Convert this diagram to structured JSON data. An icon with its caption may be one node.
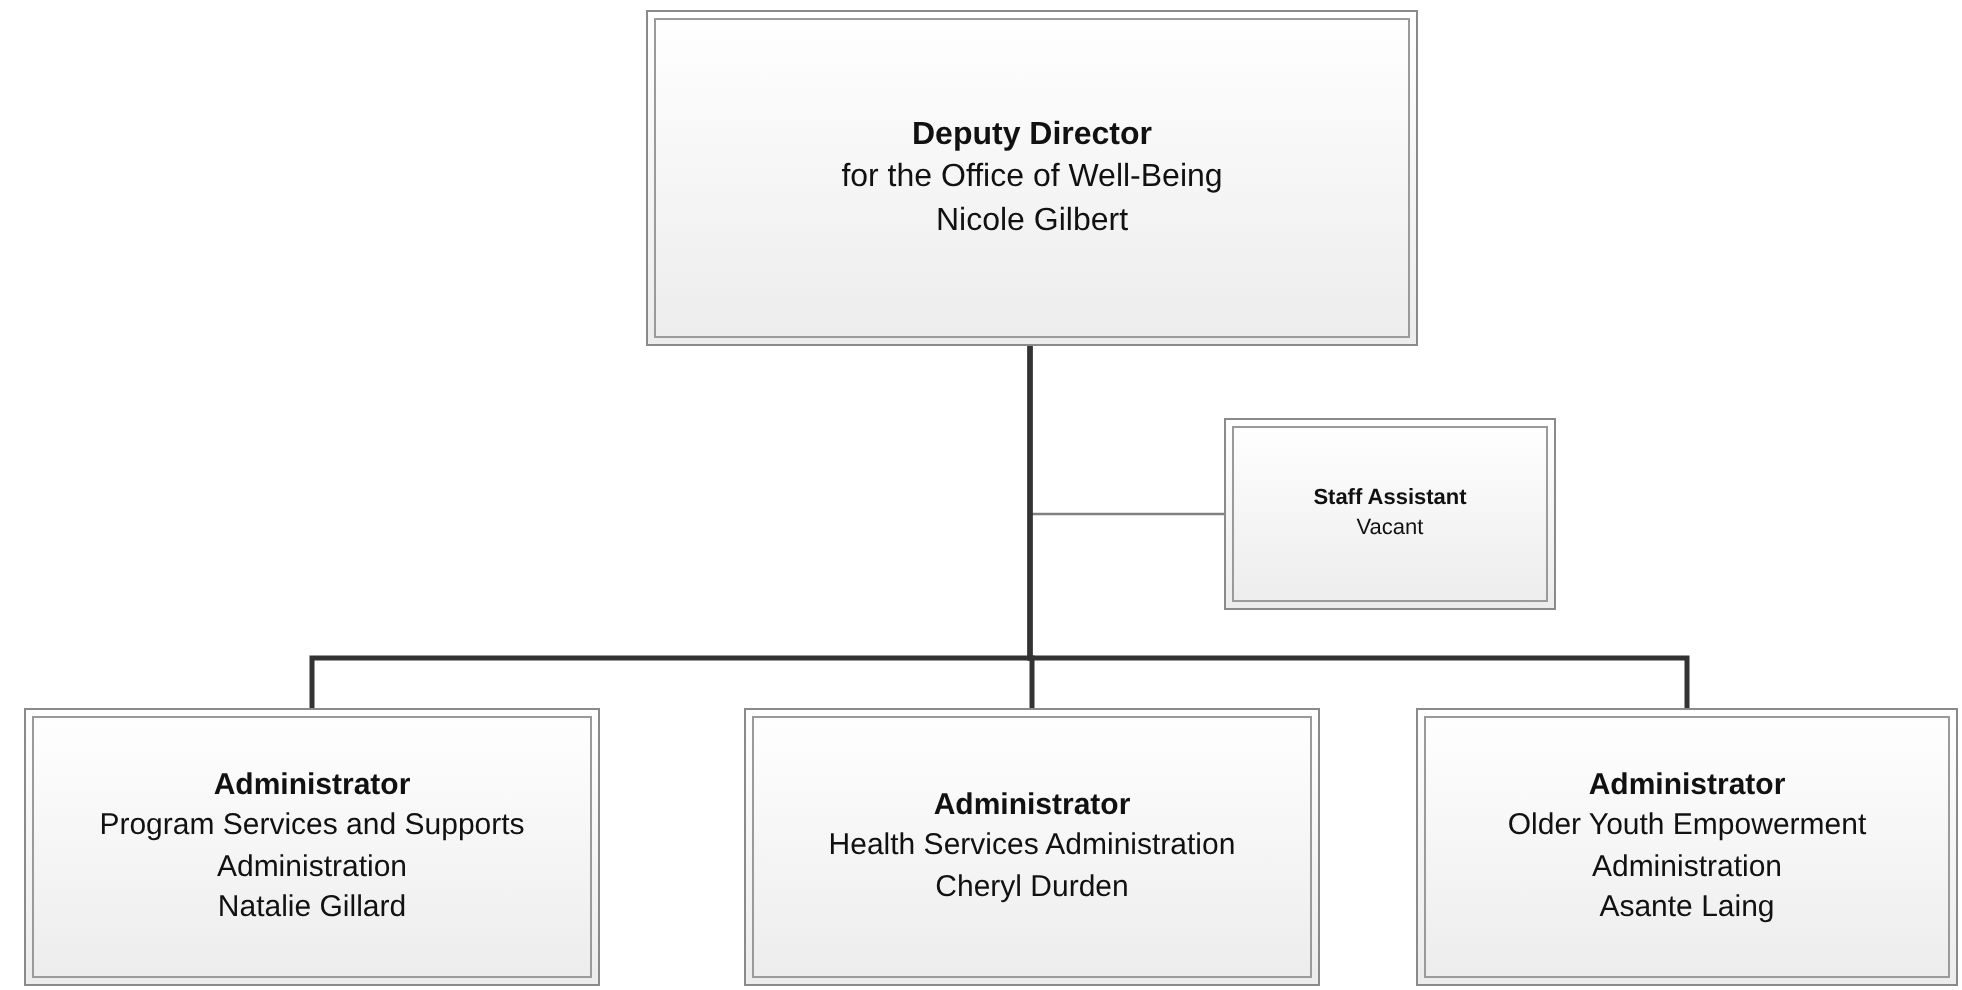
{
  "diagram": {
    "nodes": [
      {
        "text": [
          "Deputy Director",
          "for the Office of Well-Being",
          "Nicole Gilbert"
        ]
      },
      {
        "text": [
          "Staff Assistant",
          "Vacant"
        ]
      },
      {
        "text": [
          "Administrator",
          "Program Services and Supports Administration",
          "Natalie Gillard"
        ]
      },
      {
        "text": [
          "Administrator",
          "Health Services Administration",
          "Cheryl Durden"
        ]
      },
      {
        "text": [
          "Administrator",
          "Older Youth Empowerment Administration",
          "Asante Laing"
        ]
      }
    ],
    "edges": [
      {
        "from": 0,
        "to": 1,
        "arrow": "none",
        "color": "#808080"
      },
      {
        "from": 0,
        "to": 2,
        "arrow": "none"
      },
      {
        "from": 0,
        "to": 3,
        "arrow": "none"
      },
      {
        "from": 0,
        "to": 4,
        "arrow": "none"
      }
    ]
  }
}
